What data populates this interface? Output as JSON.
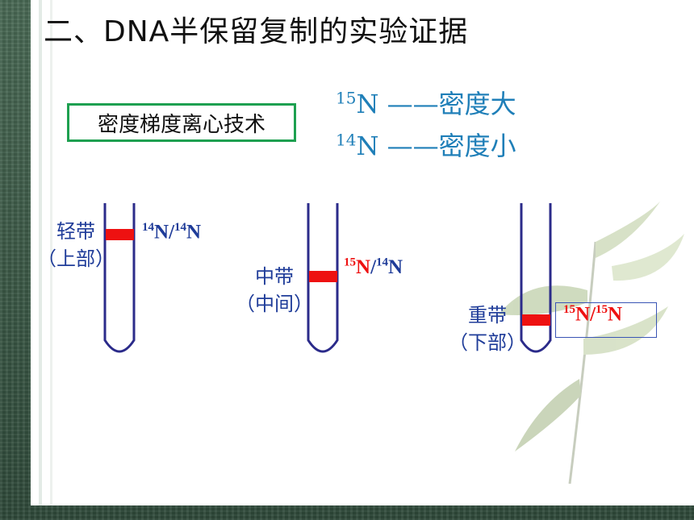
{
  "title": "二、DNA半保留复制的实验证据",
  "method": "密度梯度离心技术",
  "isotopes": [
    {
      "mass": "15",
      "element": "N",
      "text": " ——密度大"
    },
    {
      "mass": "14",
      "element": "N",
      "text": " ——密度小"
    }
  ],
  "bands": {
    "light": {
      "name": "轻带",
      "position": "（上部）",
      "f1_mass": "14",
      "f1_el": "N",
      "sep": "/",
      "f2_mass": "14",
      "f2_el": "N"
    },
    "middle": {
      "name": "中带",
      "position": "（中间）",
      "f1_mass": "15",
      "f1_el": "N",
      "sep": "/",
      "f2_mass": "14",
      "f2_el": "N"
    },
    "heavy": {
      "name": "重带",
      "position": "（下部）",
      "f1_mass": "15",
      "f1_el": "N",
      "sep": "/",
      "f2_mass": "15",
      "f2_el": "N"
    }
  },
  "colors": {
    "tube": "#2b2b8a",
    "band": "#ee1111",
    "isotope_text": "#1f7fb8",
    "label_text": "#1f3c99",
    "box_border": "#1ea050"
  }
}
